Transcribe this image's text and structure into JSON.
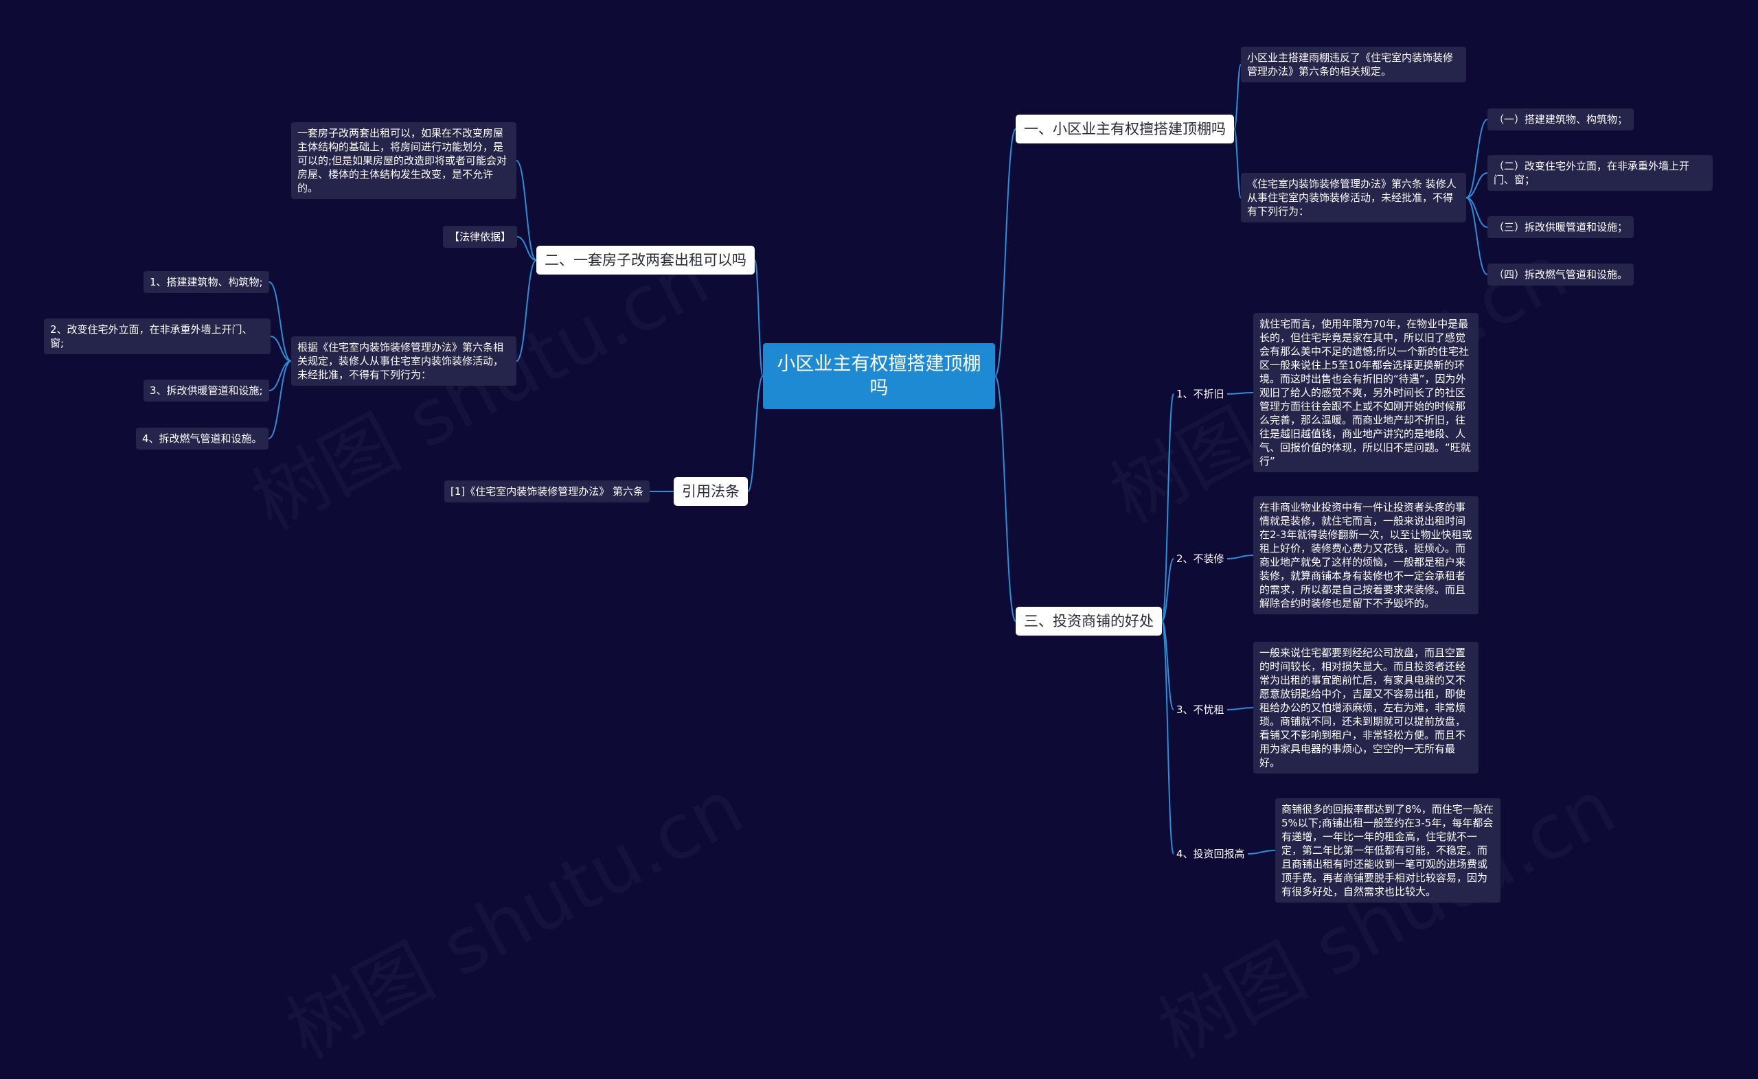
{
  "colors": {
    "background": "#0d0b36",
    "root_fill": "#1f8ad4",
    "branch_fill": "#ffffff",
    "leaf_fill": "#25244a",
    "connector": "#2a8fd6"
  },
  "root": {
    "text": "小区业主有权擅搭建顶棚吗"
  },
  "right": {
    "b1": {
      "label": "一、小区业主有权擅搭建顶棚吗",
      "note": "小区业主搭建雨棚违反了《住宅室内装饰装修管理办法》第六条的相关规定。",
      "rule": "《住宅室内装饰装修管理办法》第六条 装修人从事住宅室内装饰装修活动，未经批准，不得有下列行为：",
      "items": [
        "（一）搭建建筑物、构筑物；",
        "（二）改变住宅外立面，在非承重外墙上开门、窗；",
        "（三）拆改供暖管道和设施；",
        "（四）拆改燃气管道和设施。"
      ]
    },
    "b3": {
      "label": "三、投资商铺的好处",
      "subs": [
        {
          "label": "1、不折旧",
          "text": "就住宅而言，使用年限为70年，在物业中是最长的，但住宅毕竟是家在其中，所以旧了感觉会有那么美中不足的遗憾;所以一个新的住宅社区一般来说住上5至10年都会选择更换新的环境。而这时出售也会有折旧的“待遇”，因为外观旧了给人的感觉不爽，另外时间长了的社区管理方面往往会跟不上或不如刚开始的时候那么完善，那么温暖。而商业地产却不折旧，往往是越旧越值钱，商业地产讲究的是地段、人气、回报价值的体现，所以旧不是问题。“旺就行”"
        },
        {
          "label": "2、不装修",
          "text": "在非商业物业投资中有一件让投资者头疼的事情就是装修，就住宅而言，一般来说出租时间在2-3年就得装修翻新一次，以至让物业快租或租上好价，装修费心费力又花钱，挺烦心。而商业地产就免了这样的烦恼，一般都是租户来装修，就算商铺本身有装修也不一定会承租者的需求，所以都是自己按着要求来装修。而且解除合约时装修也是留下不予毁坏的。"
        },
        {
          "label": "3、不忧租",
          "text": "一般来说住宅都要到经纪公司放盘，而且空置的时间较长，相对损失显大。而且投资者还经常为出租的事宜跑前忙后，有家具电器的又不愿意放钥匙给中介，吉屋又不容易出租，即使租给办公的又怕增添麻烦，左右为难，非常烦琐。商铺就不同，还未到期就可以提前放盘，看铺又不影响到租户，非常轻松方便。而且不用为家具电器的事烦心，空空的一无所有最好。"
        },
        {
          "label": "4、投资回报高",
          "text": "商铺很多的回报率都达到了8%，而住宅一般在5%以下;商铺出租一般签约在3-5年，每年都会有递增，一年比一年的租金高，住宅就不一定，第二年比第一年低都有可能，不稳定。而且商铺出租有时还能收到一笔可观的进场费或顶手费。再者商铺要脱手相对比较容易，因为有很多好处，自然需求也比较大。"
        }
      ]
    }
  },
  "left": {
    "b2": {
      "label": "二、一套房子改两套出租可以吗",
      "desc": "一套房子改两套出租可以，如果在不改变房屋主体结构的基础上，将房间进行功能划分，是可以的;但是如果房屋的改造即将或者可能会对房屋、楼体的主体结构发生改变，是不允许的。",
      "law_tag": "【法律依据】",
      "rule": "根据《住宅室内装饰装修管理办法》第六条相关规定，装修人从事住宅室内装饰装修活动，未经批准，不得有下列行为：",
      "items": [
        "1、搭建建筑物、构筑物;",
        "2、改变住宅外立面，在非承重外墙上开门、窗;",
        "3、拆改供暖管道和设施;",
        "4、拆改燃气管道和设施。"
      ]
    },
    "b4": {
      "label": "引用法条",
      "ref": "[1]《住宅室内装饰装修管理办法》 第六条"
    }
  }
}
